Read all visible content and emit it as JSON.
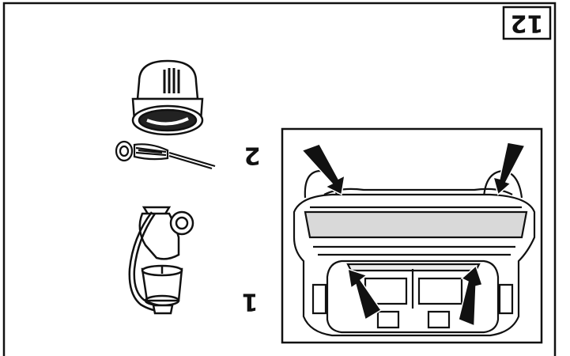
{
  "figure": {
    "number": "12",
    "labels": {
      "item_1": "1",
      "item_2": "2"
    },
    "orientation": "upside-down",
    "colors": {
      "line": "#111111",
      "background": "#ffffff",
      "window": "#d9d9d9"
    },
    "icons": [
      "arrow-icon",
      "paint-tin-icon",
      "paint-brush-icon",
      "vacuum-cleaner-icon",
      "car-rear-view"
    ]
  }
}
